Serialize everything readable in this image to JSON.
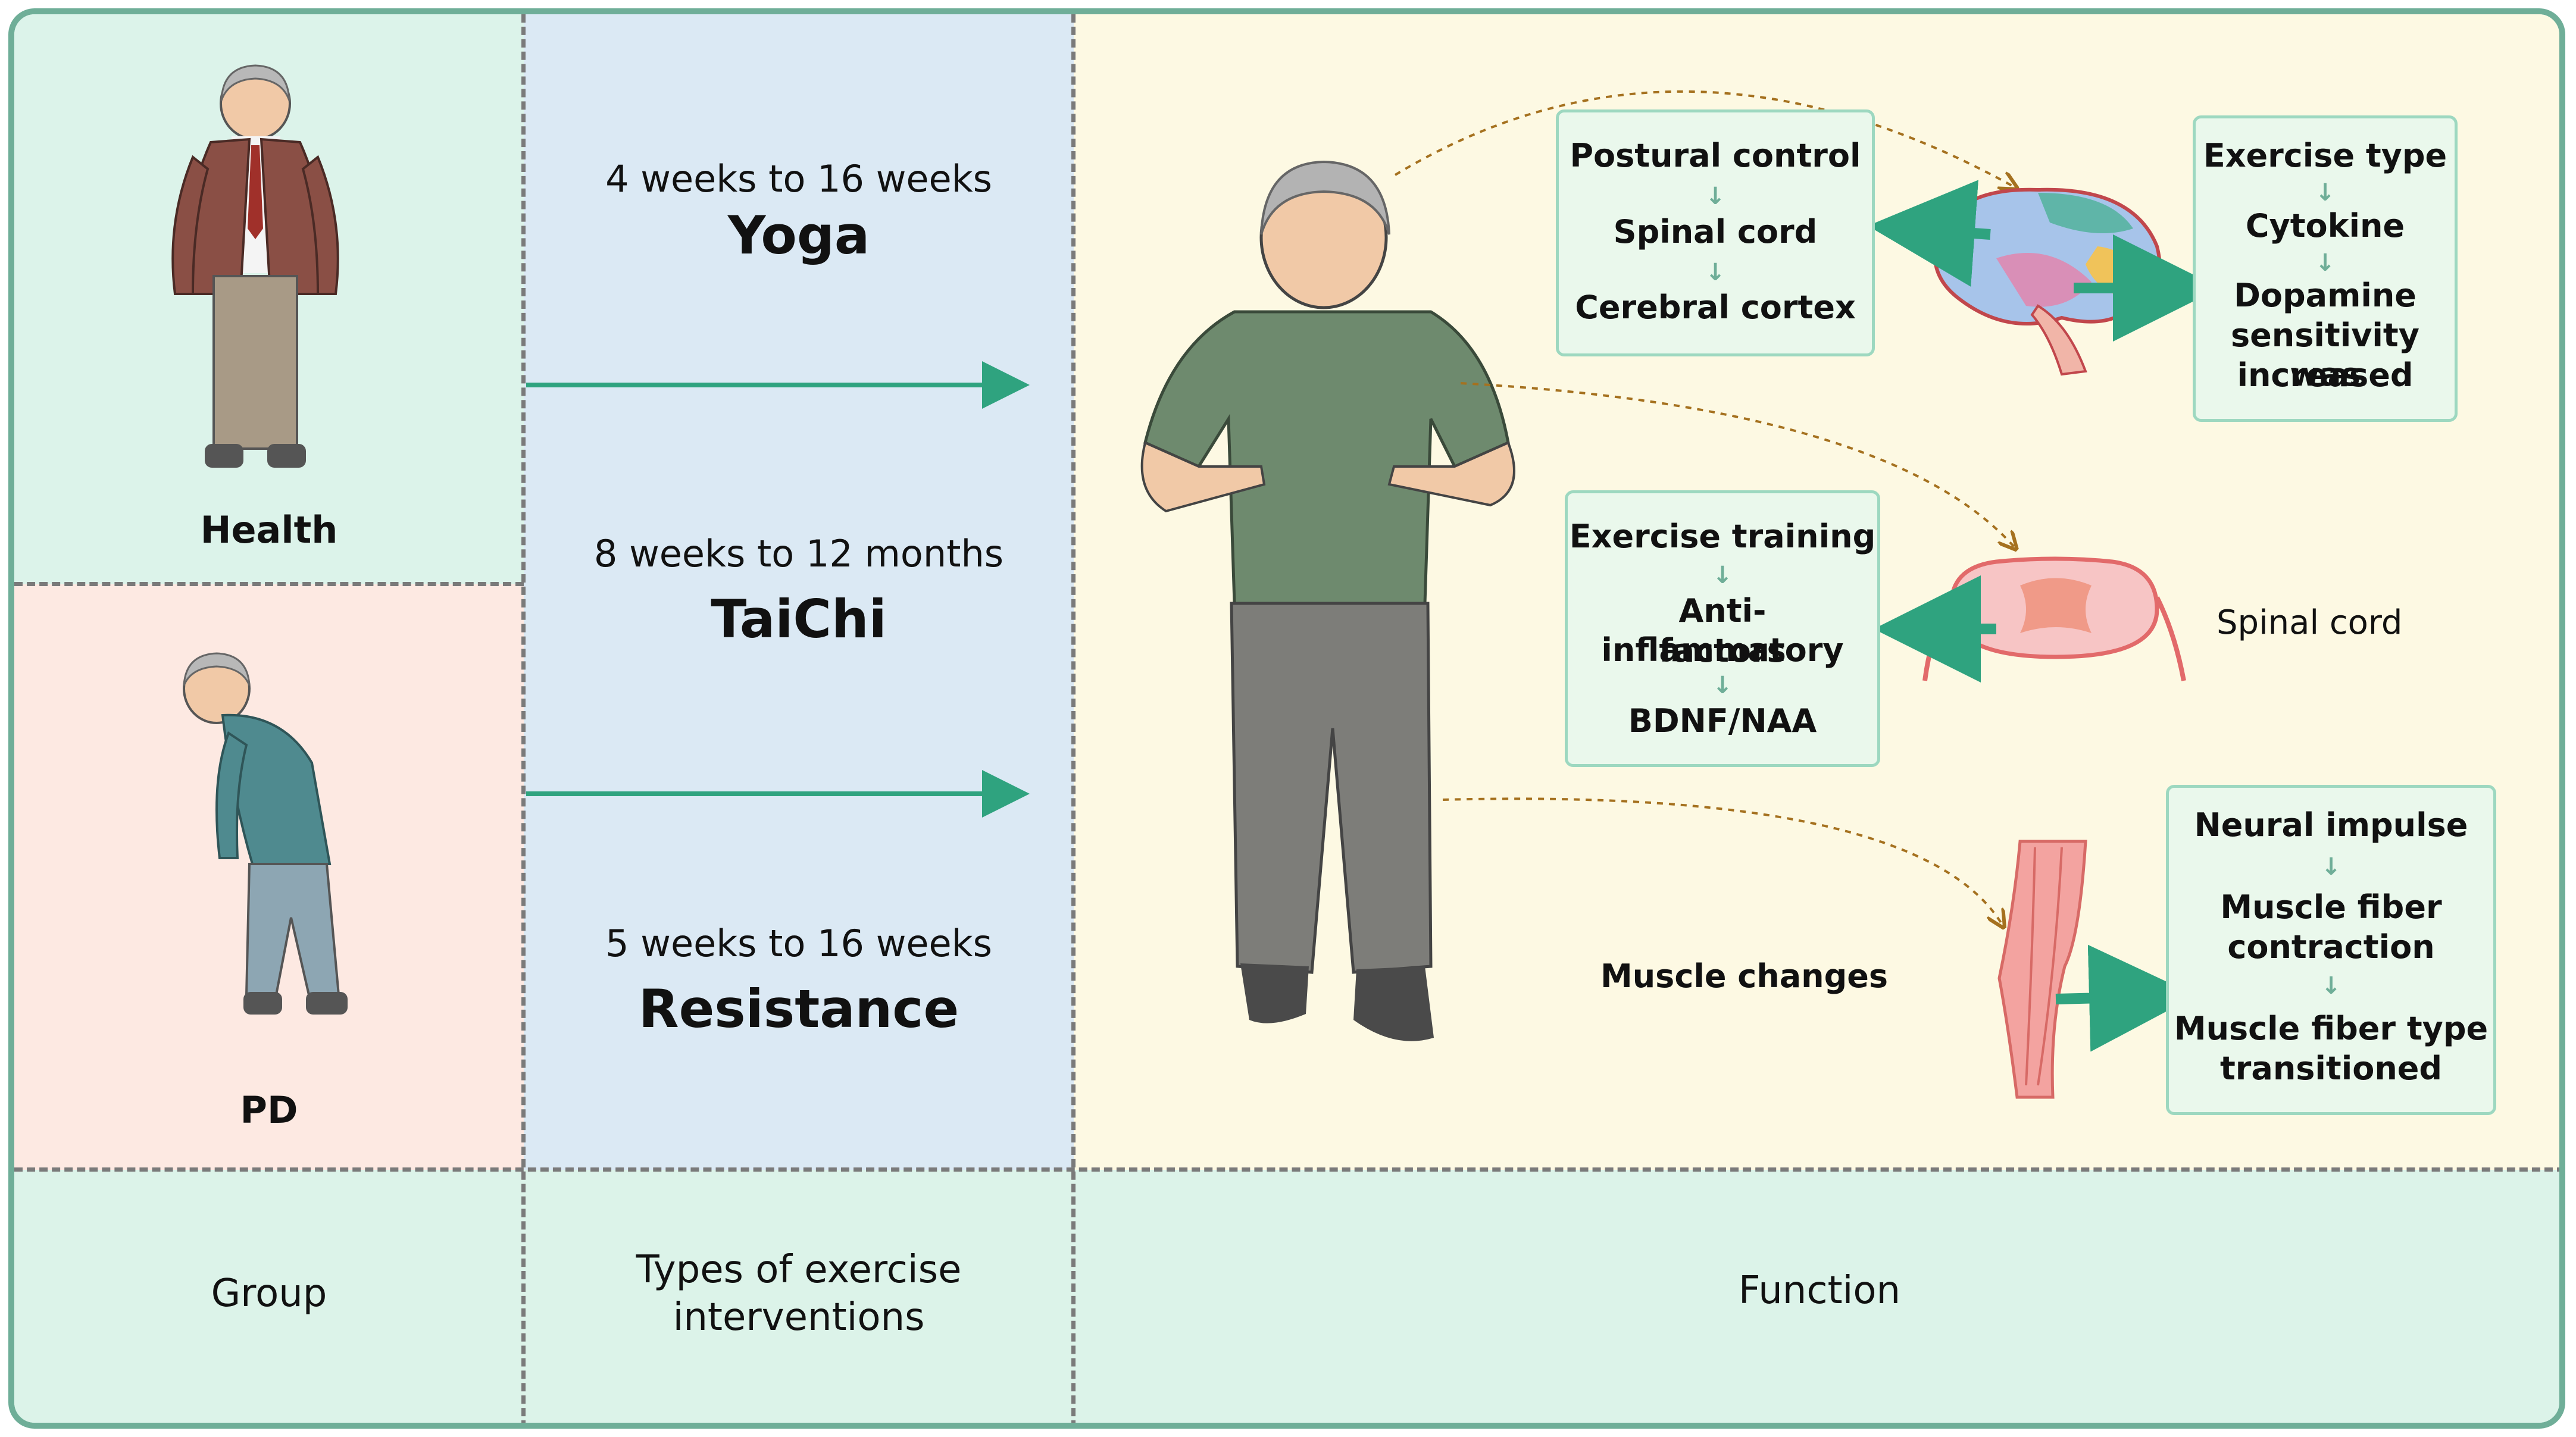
{
  "groups": {
    "health": "Health",
    "pd": "PD"
  },
  "interventions": [
    {
      "duration": "4 weeks to 16 weeks",
      "name": "Yoga"
    },
    {
      "duration": "8 weeks to 12 months",
      "name": "TaiChi"
    },
    {
      "duration": "5 weeks to 16 weeks",
      "name": "Resistance"
    }
  ],
  "bottom": {
    "group": "Group",
    "types_line1": "Types of exercise",
    "types_line2": "interventions",
    "function": "Function"
  },
  "brain_left_box": [
    "Postural control",
    "Spinal cord",
    "Cerebral cortex"
  ],
  "brain_right_box": [
    "Exercise type",
    "Cytokine",
    "Dopamine",
    "sensitivity was",
    "increased"
  ],
  "spinal_box": [
    "Exercise training",
    "Anti-inflammatory",
    "factors",
    "BDNF/NAA"
  ],
  "spinal_label": "Spinal cord",
  "muscle_label": "Muscle changes",
  "muscle_box": [
    "Neural impulse",
    "Muscle fiber",
    "contraction",
    "Muscle fiber type",
    "transitioned"
  ],
  "colors": {
    "frame": "#6fae98",
    "health_bg": "#dcf3ea",
    "pd_bg": "#fde9e2",
    "types_bg": "#dbe9f4",
    "function_bg": "#fdf9e3",
    "arrow": "#2fa37f",
    "dotted_arrow": "#a5711f"
  },
  "icons": [
    "healthy-elderly-man-illustration",
    "pd-elderly-man-illustration",
    "exercising-man-illustration",
    "brain-illustration",
    "spinal-cord-illustration",
    "muscle-illustration"
  ]
}
